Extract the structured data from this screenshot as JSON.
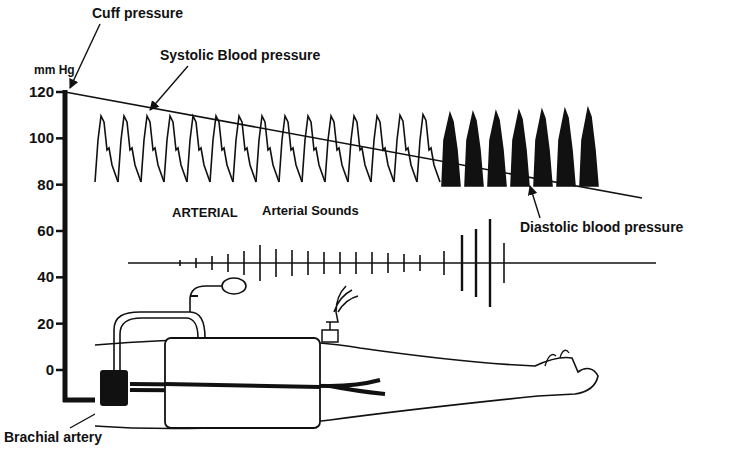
{
  "diagram": {
    "labels": [
      "Cuff pressure",
      "Systolic Blood pressure",
      "mm Hg",
      "120",
      "100",
      "80",
      "60",
      "40",
      "20",
      "0",
      "ARTERIAL",
      "Arterial Sounds",
      "Diastolic blood pressure",
      "Brachial artery"
    ]
  }
}
